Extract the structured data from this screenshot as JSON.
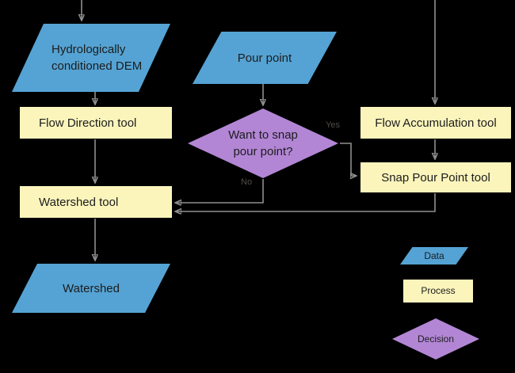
{
  "diagram": {
    "nodes": {
      "dem": {
        "label": "Hydrologically conditioned DEM"
      },
      "pour_point": {
        "label": "Pour point"
      },
      "flow_direction_tool": {
        "label": "Flow Direction tool"
      },
      "snap_decision": {
        "label": "Want to snap pour point?"
      },
      "flow_accumulation_tool": {
        "label": "Flow Accumulation tool"
      },
      "snap_pour_point_tool": {
        "label": "Snap Pour Point tool"
      },
      "watershed_tool": {
        "label": "Watershed tool"
      },
      "watershed_output": {
        "label": "Watershed"
      }
    },
    "edge_labels": {
      "yes": "Yes",
      "no": "No"
    },
    "legend": {
      "data_label": "Data",
      "process_label": "Process",
      "decision_label": "Decision"
    },
    "colors": {
      "background": "#000000",
      "data_fill": "#55a3d4",
      "process_fill": "#fbf5bc",
      "decision_fill": "#b286d5",
      "connector": "#8f8f8f",
      "node_text": "#1c1c1c",
      "edge_label_text": "#524d49"
    }
  }
}
